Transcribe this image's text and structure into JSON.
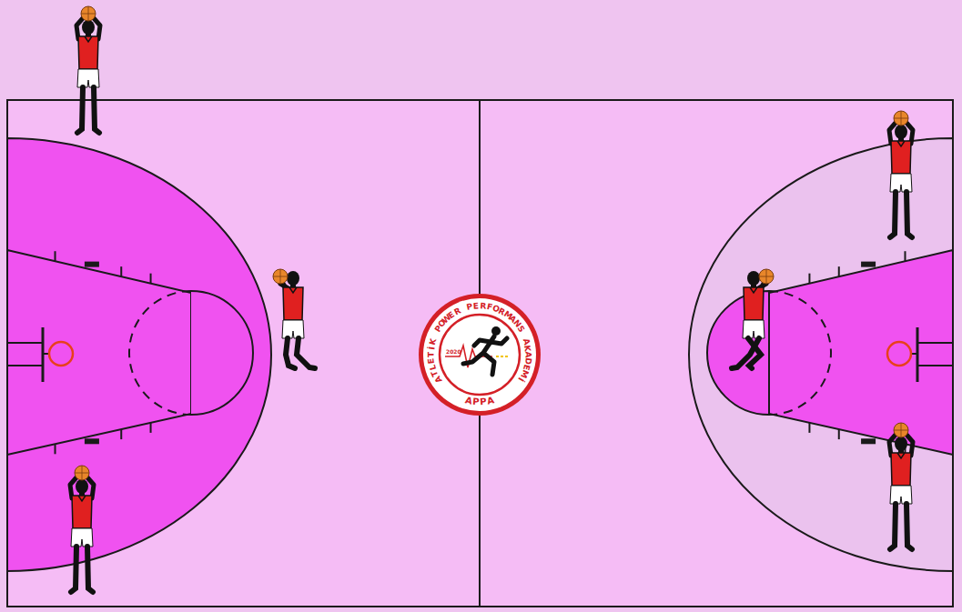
{
  "diagram": {
    "nodes": [
      {
        "text": [
          "ATLETİK POWER PERFORMANS AKADEMİ",
          "2020",
          "APPA"
        ]
      }
    ]
  }
}
